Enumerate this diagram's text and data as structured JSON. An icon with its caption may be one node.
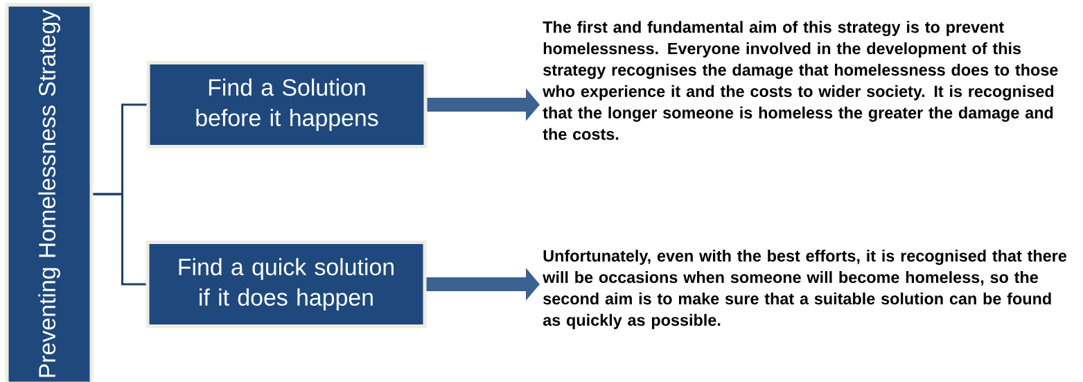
{
  "diagram": {
    "nodes": [
      {
        "text": [
          "Preventing Homelessness Strategy"
        ]
      },
      {
        "text": [
          "Find a Solution before it happens"
        ]
      },
      {
        "text": [
          "Find a quick solution if it does happen"
        ]
      },
      {
        "text": [
          "The first and fundamental aim of this strategy is to prevent homelessness. Everyone involved in the development of this strategy recognises the damage that homelessness does to those who experience it and the costs to wider society. It is recognised that the longer someone is homeless the greater the damage and the costs."
        ]
      },
      {
        "text": [
          "Unfortunately, even with the best efforts, it is recognised that there will be occasions when someone will become homeless, so the second aim is to make sure that a suitable solution can be found as quickly as possible."
        ]
      }
    ],
    "edges": [
      {
        "from": 0,
        "to": 1,
        "arrow": "none"
      },
      {
        "from": 0,
        "to": 2,
        "arrow": "none"
      },
      {
        "from": 1,
        "to": 3,
        "arrow": "to",
        "style": "thick",
        "color": "#3b6291"
      },
      {
        "from": 2,
        "to": 4,
        "arrow": "to",
        "style": "thick",
        "color": "#3b6291"
      }
    ]
  }
}
